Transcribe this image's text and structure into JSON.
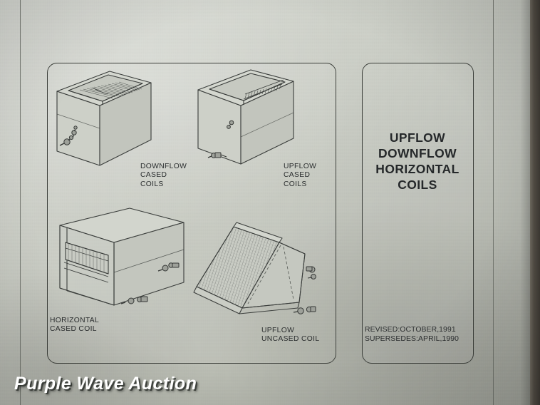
{
  "document": {
    "type": "technical-illustration-sheet",
    "title_panel": {
      "lines": [
        "UPFLOW",
        "DOWNFLOW",
        "HORIZONTAL",
        "COILS"
      ]
    },
    "revision": {
      "line1": "REVISED:OCTOBER,1991",
      "line2": "SUPERSEDES:APRIL,1990",
      "revised_month": "OCTOBER",
      "revised_year": "1991",
      "supersedes_month": "APRIL",
      "supersedes_year": "1990"
    },
    "figures": [
      {
        "id": "downflow-cased",
        "caption": "DOWNFLOW\nCASED\nCOILS",
        "caption_lines": [
          "DOWNFLOW",
          "CASED",
          "COILS"
        ],
        "description": "isometric sheet-metal cased coil box, open top showing finned coil, piping stub at lower left"
      },
      {
        "id": "upflow-cased",
        "caption": "UPFLOW\nCASED\nCOILS",
        "caption_lines": [
          "UPFLOW",
          "CASED",
          "COILS"
        ],
        "description": "isometric sheet-metal cased coil box, open top showing finned coil, piping stub at lower left front"
      },
      {
        "id": "horizontal-cased",
        "caption": "HORIZONTAL\nCASED COIL",
        "caption_lines": [
          "HORIZONTAL",
          "CASED COIL"
        ],
        "description": "isometric horizontal cabinet with slide-in finned coil slab, piping stubs right side and bottom"
      },
      {
        "id": "upflow-uncased",
        "caption": "UPFLOW\nUNCASED COIL",
        "caption_lines": [
          "UPFLOW",
          "UNCASED COIL"
        ],
        "description": "A-frame wedge uncased coil with textured fin face, piping stubs on right end"
      }
    ]
  },
  "watermark": {
    "text": "Purple Wave Auction"
  },
  "colors": {
    "paper": "#c8cbc3",
    "ink": "#2b2e2f",
    "panel_border": "#3c3f3a",
    "watermark_text": "#ffffff",
    "page_edge_dark": "#3e3a34"
  }
}
